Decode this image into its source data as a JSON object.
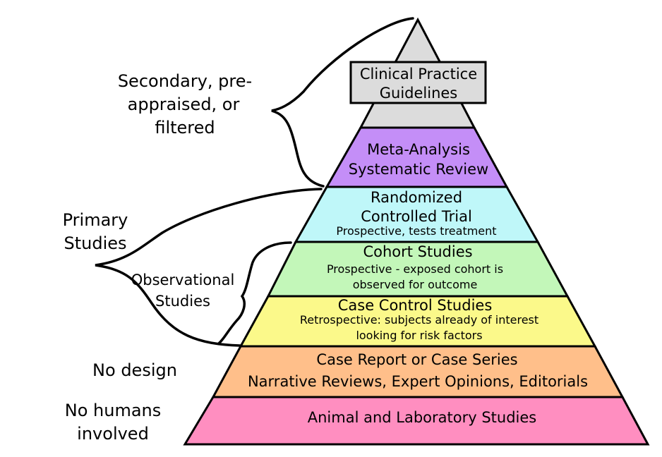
{
  "levels": [
    {
      "id": "animal",
      "color": "#ff8ec0",
      "lines": [
        "Animal and Laboratory Studies"
      ]
    },
    {
      "id": "case-report",
      "color": "#ffbf8a",
      "lines": [
        "Case Report or Case Series",
        "Narrative Reviews, Expert Opinions, Editorials"
      ]
    },
    {
      "id": "case-control",
      "color": "#fbf98a",
      "lines": [
        "Case Control Studies"
      ],
      "sub": [
        "Retrospective: subjects already of interest",
        "looking for risk factors"
      ]
    },
    {
      "id": "cohort",
      "color": "#c3f7b9",
      "lines": [
        "Cohort Studies"
      ],
      "sub": [
        "Prospective - exposed cohort is",
        "observed for outcome"
      ]
    },
    {
      "id": "rct",
      "color": "#bff7f9",
      "lines": [
        "Randomized",
        "Controlled Trial"
      ],
      "sub": [
        "Prospective, tests treatment"
      ]
    },
    {
      "id": "meta",
      "color": "#c48ef7",
      "lines": [
        "Meta-Analysis",
        "Systematic Review"
      ]
    },
    {
      "id": "guidelines",
      "color": "#dcdcdc",
      "lines": [
        "Clinical Practice",
        "Guidelines"
      ]
    }
  ],
  "side_labels": {
    "secondary": [
      "Secondary, pre-",
      "appraised, or",
      "filtered"
    ],
    "primary": [
      "Primary",
      "Studies"
    ],
    "observational": [
      "Observational",
      "Studies"
    ],
    "no_design": [
      "No design"
    ],
    "no_humans": [
      "No humans",
      "involved"
    ]
  }
}
